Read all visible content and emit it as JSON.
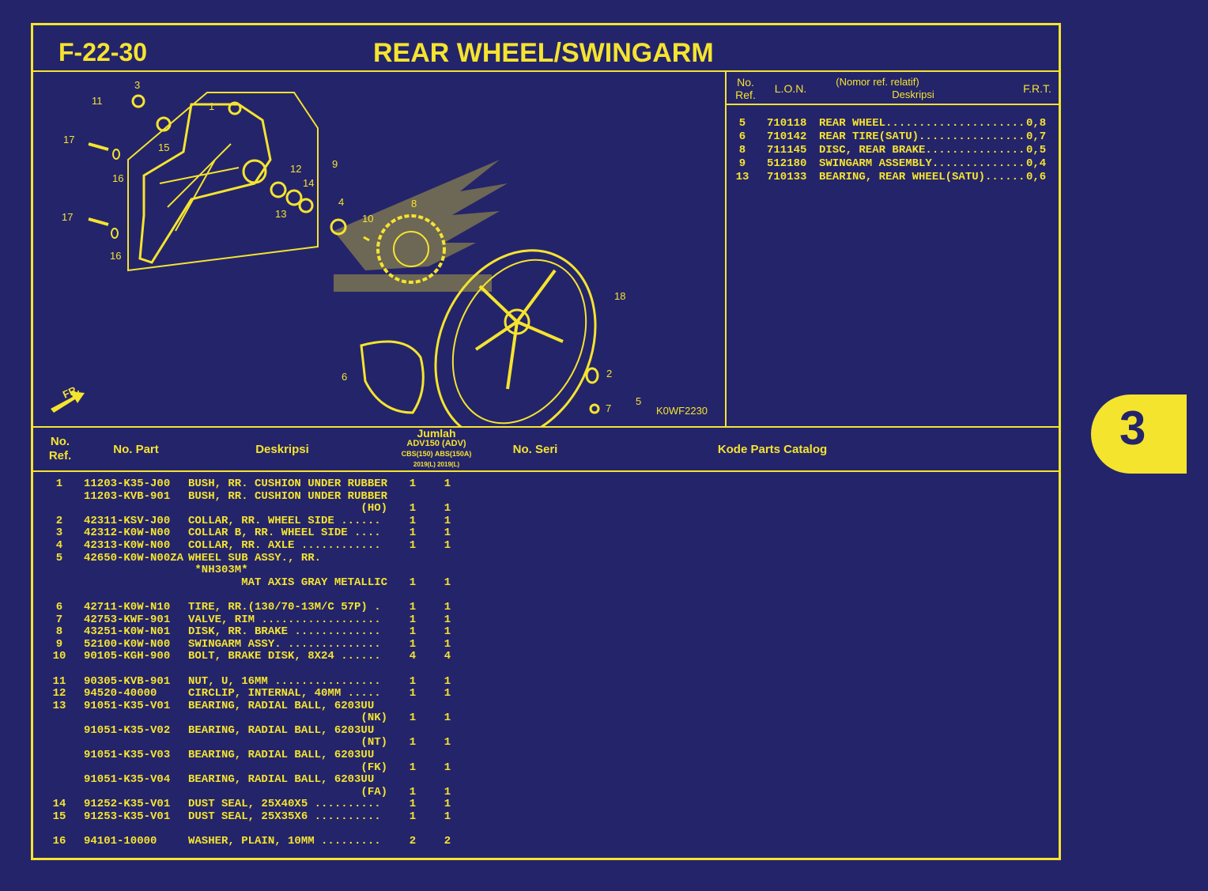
{
  "header": {
    "code": "F-22-30",
    "title": "REAR WHEEL/SWINGARM"
  },
  "diagram": {
    "labels": [
      "3",
      "11",
      "1",
      "17",
      "15",
      "16",
      "12",
      "14",
      "9",
      "13",
      "17",
      "16",
      "4",
      "10",
      "8",
      "18",
      "6",
      "2",
      "5",
      "7"
    ],
    "front_marker": "FR.",
    "drawing_code": "K0WF2230"
  },
  "frt": {
    "headers": {
      "ref": "No. Ref.",
      "lon": "L.O.N.",
      "desc_top": "(Nomor ref. relatif)",
      "desc": "Deskripsi",
      "frt": "F.R.T."
    },
    "rows": [
      {
        "ref": "5",
        "lon": "710118",
        "desc": "REAR WHEEL.....................",
        "frt": "0,8"
      },
      {
        "ref": "6",
        "lon": "710142",
        "desc": "REAR TIRE(SATU)................",
        "frt": "0,7"
      },
      {
        "ref": "8",
        "lon": "711145",
        "desc": "DISC, REAR BRAKE...............",
        "frt": "0,5"
      },
      {
        "ref": "9",
        "lon": "512180",
        "desc": "SWINGARM ASSEMBLY..............",
        "frt": "0,4"
      },
      {
        "ref": "13",
        "lon": "710133",
        "desc": "BEARING, REAR WHEEL(SATU)......",
        "frt": "0,6"
      }
    ]
  },
  "parts_header": {
    "ref": "No. Ref.",
    "part": "No. Part",
    "desc": "Deskripsi",
    "qty": "Jumlah",
    "model": "ADV150 (ADV)",
    "variants": "CBS(150)  ABS(150A)",
    "years": "2019(L)   2019(L)",
    "serial": "No. Seri",
    "catalog": "Kode Parts Catalog"
  },
  "parts": [
    {
      "ref": "1",
      "part": "11203-K35-J00",
      "desc": "BUSH, RR. CUSHION UNDER RUBBER",
      "q1": "1",
      "q2": "1"
    },
    {
      "ref": "",
      "part": "11203-KVB-901",
      "desc": "BUSH, RR. CUSHION UNDER RUBBER",
      "q1": "",
      "q2": ""
    },
    {
      "ref": "",
      "part": "",
      "desc": "                          (HO)",
      "q1": "1",
      "q2": "1"
    },
    {
      "ref": "2",
      "part": "42311-KSV-J00",
      "desc": "COLLAR, RR. WHEEL SIDE ......",
      "q1": "1",
      "q2": "1"
    },
    {
      "ref": "3",
      "part": "42312-K0W-N00",
      "desc": "COLLAR B, RR. WHEEL SIDE ....",
      "q1": "1",
      "q2": "1"
    },
    {
      "ref": "4",
      "part": "42313-K0W-N00",
      "desc": "COLLAR, RR. AXLE ............",
      "q1": "1",
      "q2": "1"
    },
    {
      "ref": "5",
      "part": "42650-K0W-N00ZA",
      "desc": "WHEEL SUB ASSY., RR.",
      "q1": "",
      "q2": ""
    },
    {
      "ref": "",
      "part": "",
      "desc": " *NH303M*",
      "q1": "",
      "q2": ""
    },
    {
      "ref": "",
      "part": "",
      "desc": "        MAT AXIS GRAY METALLIC",
      "q1": "1",
      "q2": "1"
    },
    {
      "ref": "",
      "part": "",
      "desc": "",
      "q1": "",
      "q2": ""
    },
    {
      "ref": "6",
      "part": "42711-K0W-N10",
      "desc": "TIRE, RR.(130/70-13M/C 57P) .",
      "q1": "1",
      "q2": "1"
    },
    {
      "ref": "7",
      "part": "42753-KWF-901",
      "desc": "VALVE, RIM ..................",
      "q1": "1",
      "q2": "1"
    },
    {
      "ref": "8",
      "part": "43251-K0W-N01",
      "desc": "DISK, RR. BRAKE .............",
      "q1": "1",
      "q2": "1"
    },
    {
      "ref": "9",
      "part": "52100-K0W-N00",
      "desc": "SWINGARM ASSY. ..............",
      "q1": "1",
      "q2": "1"
    },
    {
      "ref": "10",
      "part": "90105-KGH-900",
      "desc": "BOLT, BRAKE DISK, 8X24 ......",
      "q1": "4",
      "q2": "4"
    },
    {
      "ref": "",
      "part": "",
      "desc": "",
      "q1": "",
      "q2": ""
    },
    {
      "ref": "11",
      "part": "90305-KVB-901",
      "desc": "NUT, U, 16MM ................",
      "q1": "1",
      "q2": "1"
    },
    {
      "ref": "12",
      "part": "94520-40000",
      "desc": "CIRCLIP, INTERNAL, 40MM .....",
      "q1": "1",
      "q2": "1"
    },
    {
      "ref": "13",
      "part": "91051-K35-V01",
      "desc": "BEARING, RADIAL BALL, 6203UU",
      "q1": "",
      "q2": ""
    },
    {
      "ref": "",
      "part": "",
      "desc": "                          (NK)",
      "q1": "1",
      "q2": "1"
    },
    {
      "ref": "",
      "part": "91051-K35-V02",
      "desc": "BEARING, RADIAL BALL, 6203UU",
      "q1": "",
      "q2": ""
    },
    {
      "ref": "",
      "part": "",
      "desc": "                          (NT)",
      "q1": "1",
      "q2": "1"
    },
    {
      "ref": "",
      "part": "91051-K35-V03",
      "desc": "BEARING, RADIAL BALL, 6203UU",
      "q1": "",
      "q2": ""
    },
    {
      "ref": "",
      "part": "",
      "desc": "                          (FK)",
      "q1": "1",
      "q2": "1"
    },
    {
      "ref": "",
      "part": "91051-K35-V04",
      "desc": "BEARING, RADIAL BALL, 6203UU",
      "q1": "",
      "q2": ""
    },
    {
      "ref": "",
      "part": "",
      "desc": "                          (FA)",
      "q1": "1",
      "q2": "1"
    },
    {
      "ref": "14",
      "part": "91252-K35-V01",
      "desc": "DUST SEAL, 25X40X5 ..........",
      "q1": "1",
      "q2": "1"
    },
    {
      "ref": "15",
      "part": "91253-K35-V01",
      "desc": "DUST SEAL, 25X35X6 ..........",
      "q1": "1",
      "q2": "1"
    },
    {
      "ref": "",
      "part": "",
      "desc": "",
      "q1": "",
      "q2": ""
    },
    {
      "ref": "16",
      "part": "94101-10000",
      "desc": "WASHER, PLAIN, 10MM .........",
      "q1": "2",
      "q2": "2"
    }
  ],
  "page_tab": "3",
  "colors": {
    "background": "#24246b",
    "ink": "#f5e42e"
  }
}
